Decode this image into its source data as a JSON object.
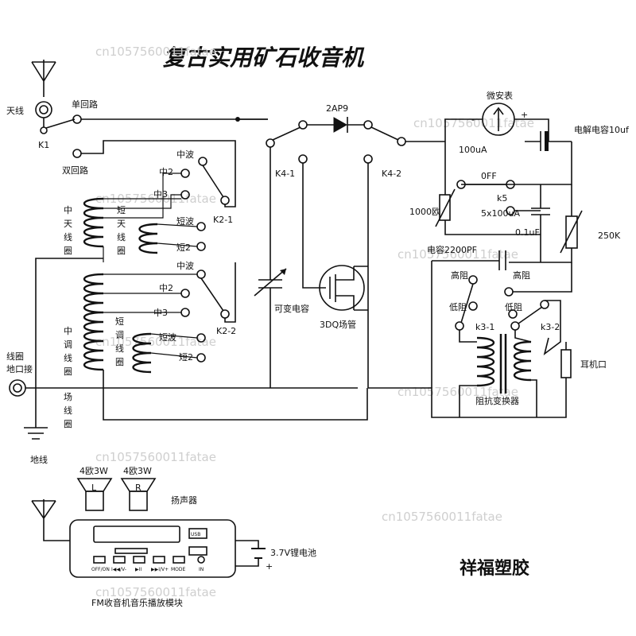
{
  "title": "复古实用矿石收音机",
  "brand": "祥福塑胶",
  "watermark": "cn1057560011fatae",
  "colors": {
    "ink": "#111111",
    "watermark": "#cfcfcf",
    "background": "#ffffff"
  },
  "labels": {
    "antenna": "天线",
    "single_loop": "单回路",
    "k1": "K1",
    "double_loop": "双回路",
    "mw_top": "中波",
    "m2_top": "中2",
    "m3_top": "中3",
    "k2_1": "K2-1",
    "sw_top": "短波",
    "s2_top": "短2",
    "antenna_coil": [
      "中",
      "天",
      "线",
      "圈"
    ],
    "sw_antenna_coil": [
      "短",
      "天",
      "线",
      "圈"
    ],
    "mw_mid": "中波",
    "m2_mid": "中2",
    "m3_mid": "中3",
    "k2_2": "K2-2",
    "sw_mid": "短波",
    "s2_mid": "短2",
    "tuning_coil": [
      "中",
      "调",
      "线",
      "圈"
    ],
    "sw_tuning_coil": [
      "短",
      "调",
      "线",
      "圈"
    ],
    "field_coil": [
      "场",
      "线",
      "圈"
    ],
    "ground_terminal": [
      "线圈",
      "地口接"
    ],
    "ground": "地线",
    "diode": "2AP9",
    "k4_1": "K4-1",
    "k4_2": "K4-2",
    "var_cap": "可变电容",
    "fet": "3DQ场管",
    "microammeter": "微安表",
    "electrolytic": "电解电容10uf",
    "ua100": "100uA",
    "off": "0FF",
    "k5": "k5",
    "ohm1000": "1000欧",
    "ua5x100": "5x100uA",
    "cap01": "0.1uF",
    "r250k": "250K",
    "cap2200": "电容2200PF",
    "high_imp_1": "高阻",
    "high_imp_2": "高阻",
    "low_imp_1": "低阻",
    "low_imp_2": "低阻",
    "k3_1": "k3-1",
    "k3_2": "k3-2",
    "earphone": "耳机口",
    "transformer": "阻抗变换器",
    "minus": "-",
    "plus": "+"
  },
  "fm_module": {
    "speaker_left_spec": "4欧3W",
    "speaker_right_spec": "4欧3W",
    "speaker_left": "L",
    "speaker_right": "R",
    "speakers": "扬声器",
    "usb": "USB",
    "battery": "3.7V锂电池",
    "battery_plus": "+",
    "buttons": [
      "OFF/ON",
      "I◀◀/V-",
      "▶II",
      "▶▶I/V+",
      "MODE",
      "IN"
    ],
    "caption": "FM收音机音乐播放模块"
  }
}
